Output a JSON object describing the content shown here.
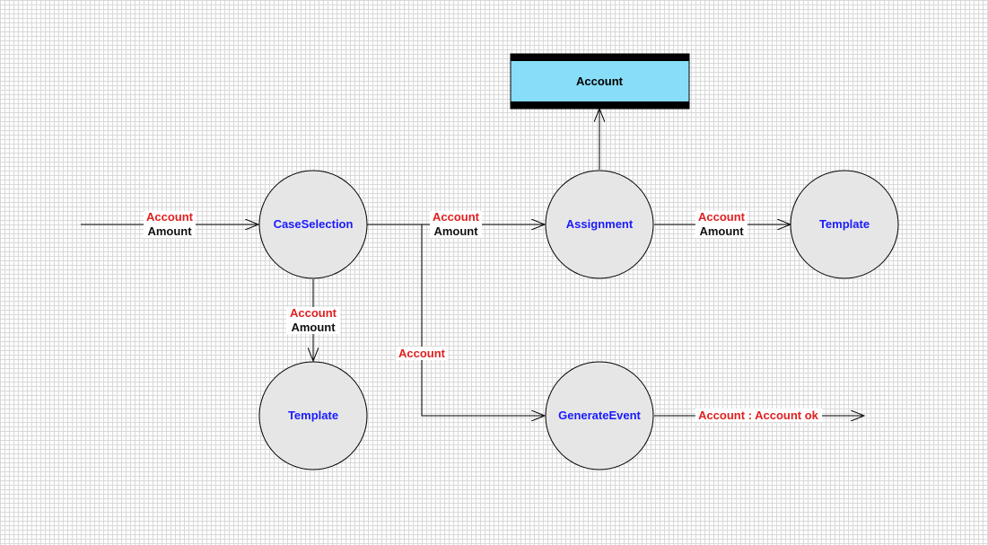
{
  "colors": {
    "process_fill": "#e6e6e6",
    "store_fill": "#88ddf8",
    "process_label": "#1a1aff",
    "flow_primary": "#e02020",
    "flow_secondary": "#111111"
  },
  "store": {
    "label": "Account"
  },
  "processes": {
    "case_selection": "CaseSelection",
    "assignment": "Assignment",
    "template_right": "Template",
    "template_bottom": "Template",
    "generate_event": "GenerateEvent"
  },
  "flows": {
    "input": {
      "primary": "Account",
      "secondary": "Amount"
    },
    "case_to_assignment": {
      "primary": "Account",
      "secondary": "Amount"
    },
    "assignment_to_template": {
      "primary": "Account",
      "secondary": "Amount"
    },
    "case_to_template": {
      "primary": "Account",
      "secondary": "Amount"
    },
    "branch_to_generate": {
      "primary": "Account"
    },
    "generate_output": {
      "primary": "Account : Account ok"
    }
  }
}
